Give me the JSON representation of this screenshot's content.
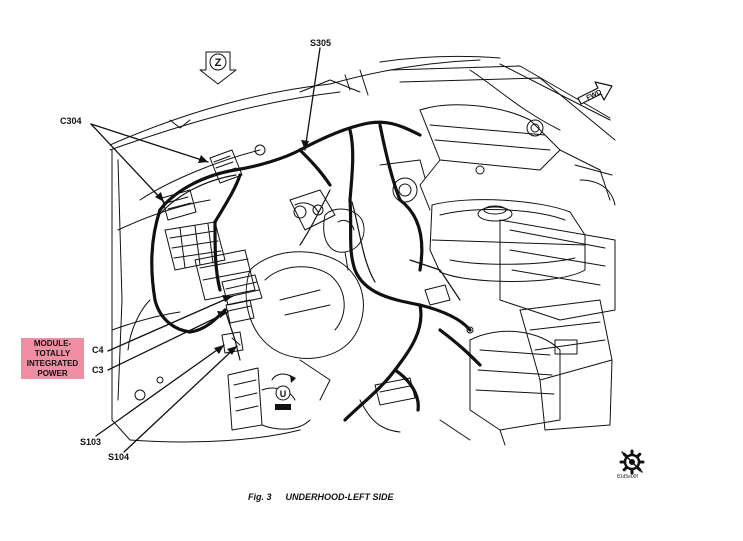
{
  "labels": {
    "s305": "S305",
    "c304": "C304",
    "c4": "C4",
    "c3": "C3",
    "s103": "S103",
    "s104": "S104",
    "fwd": "FWD",
    "z_marker": "Z",
    "u_marker": "U"
  },
  "module_box": {
    "lines": [
      "MODULE-",
      "TOTALLY",
      "INTEGRATED",
      "POWER"
    ],
    "color": "#f08ea4"
  },
  "caption": {
    "fig_number": "Fig. 3",
    "title": "UNDERHOOD-LEFT SIDE"
  },
  "reference_code": "81d5e00f",
  "icons": [
    "gear-icon",
    "fwd-arrow-icon",
    "z-view-marker-icon",
    "u-view-marker-icon"
  ]
}
